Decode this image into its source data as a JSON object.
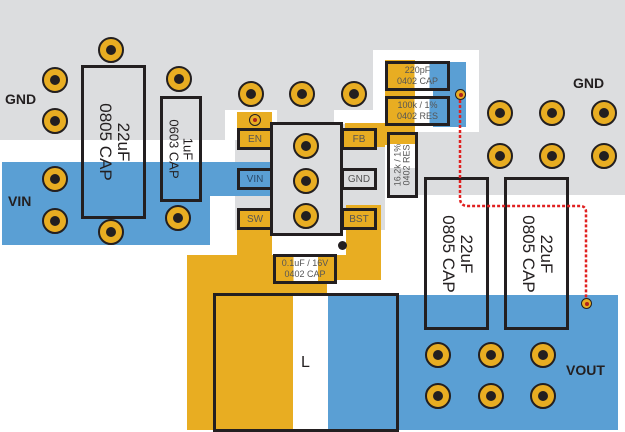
{
  "nets": {
    "gnd_left": "GND",
    "gnd_right": "GND",
    "vin": "VIN",
    "vout": "VOUT"
  },
  "colors": {
    "gnd_plane": "#dcdddf",
    "vin_plane": "#5a9fd4",
    "sw_plane": "#e8ad22",
    "outline": "#231f20",
    "feedback_trace": "#e02020"
  },
  "components": {
    "cin_bulk": {
      "line1": "22uF",
      "line2": "0805 CAP"
    },
    "cin_hf": {
      "line1": "1uF",
      "line2": "0603 CAP"
    },
    "cff": {
      "line1": "220pF",
      "line2": "0402 CAP"
    },
    "r_top": {
      "line1": "100k / 1%",
      "line2": "0402 RES"
    },
    "r_bot": {
      "line1": "16.2k / 1%",
      "line2": "0402 RES"
    },
    "cboot": {
      "line1": "0.1uF / 16V",
      "line2": "0402 CAP"
    },
    "cout1": {
      "line1": "22uF",
      "line2": "0805 CAP"
    },
    "cout2": {
      "line1": "22uF",
      "line2": "0805 CAP"
    },
    "inductor": {
      "label": "L"
    }
  },
  "ic_pins": {
    "en": "EN",
    "vin": "VIN",
    "sw": "SW",
    "fb": "FB",
    "gnd": "GND",
    "bst": "BST"
  }
}
